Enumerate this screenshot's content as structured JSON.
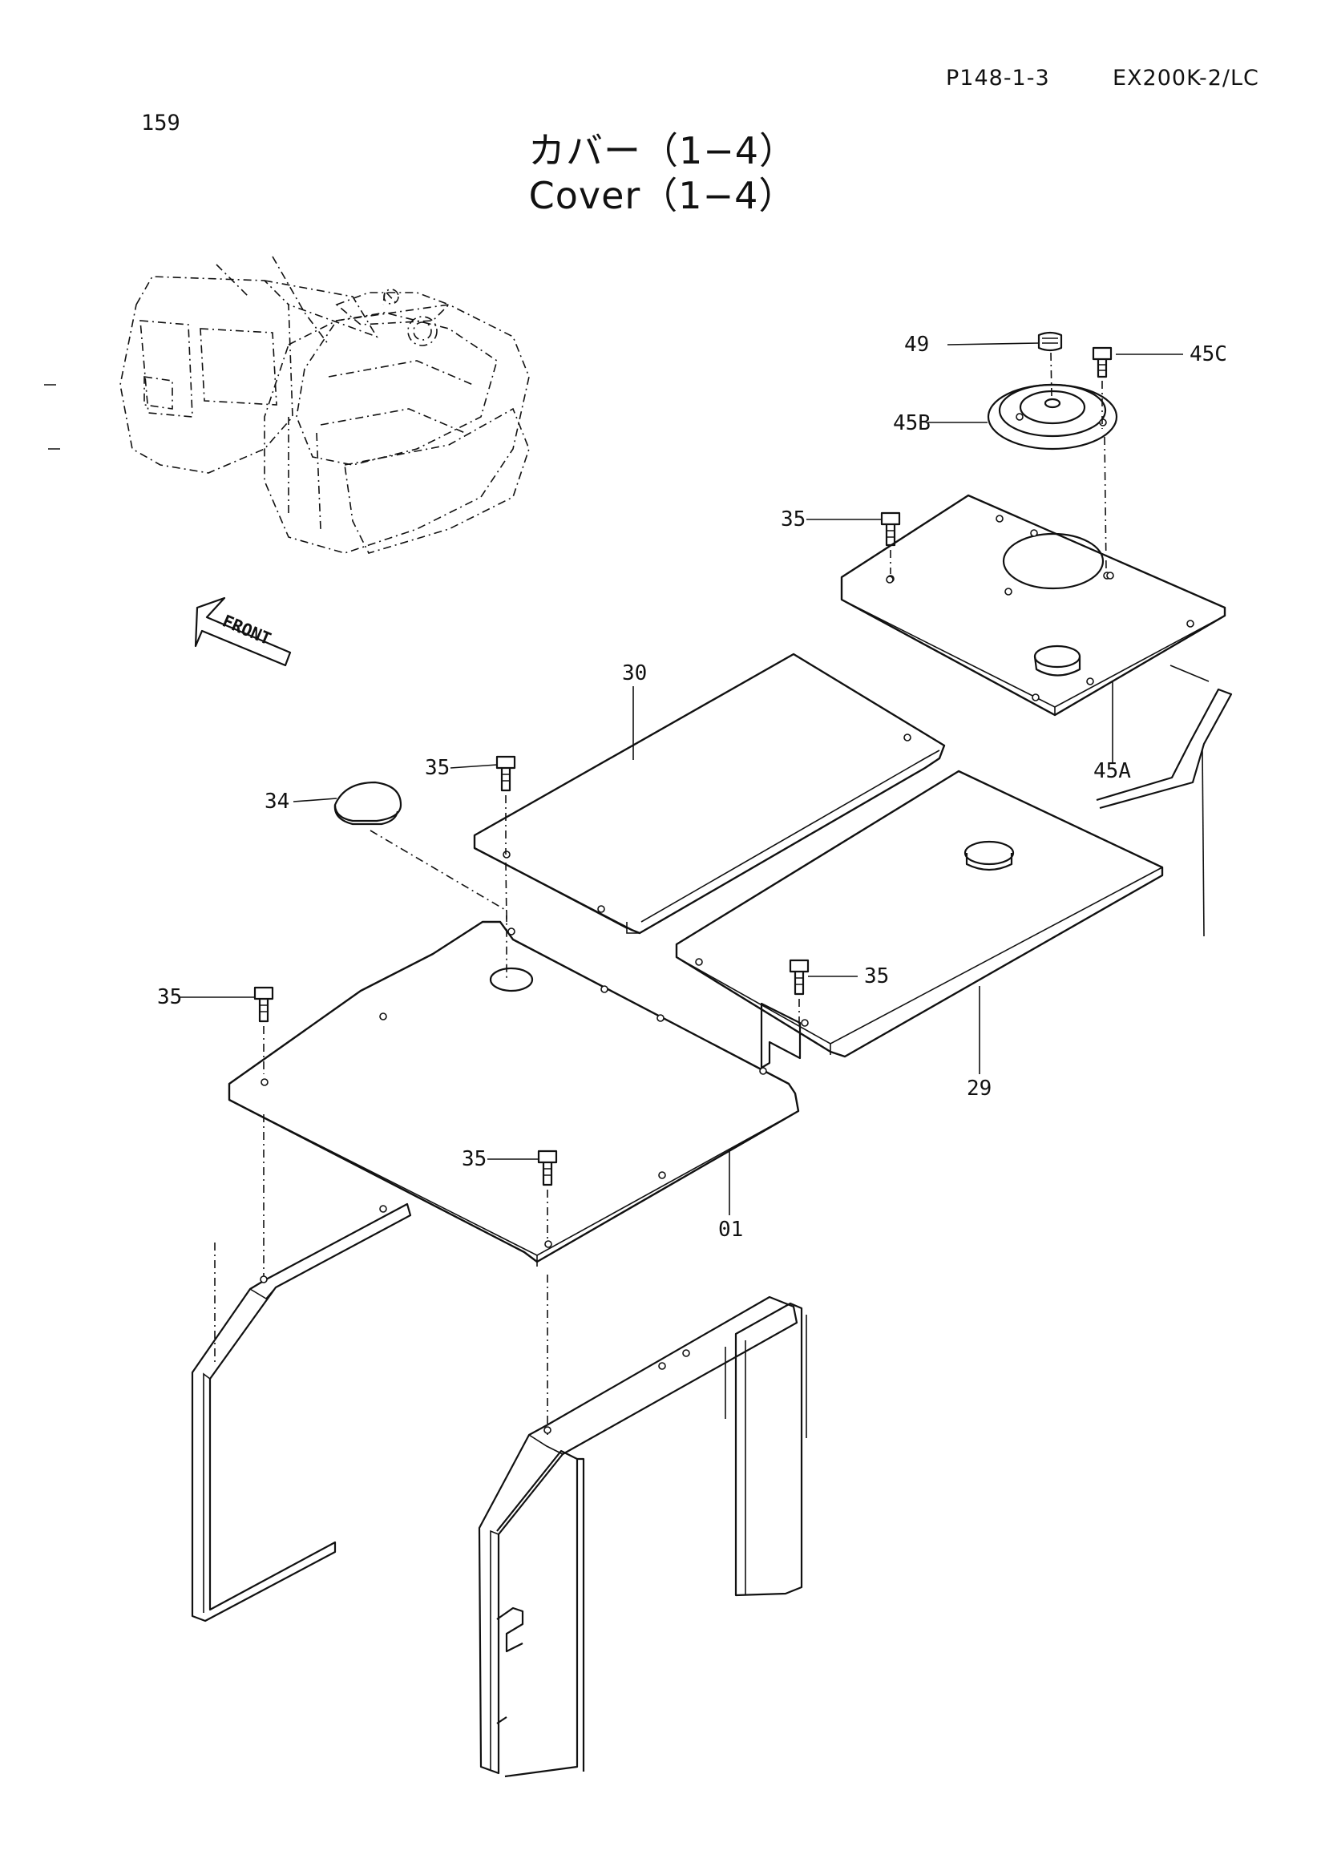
{
  "header": {
    "page_code": "P148-1-3",
    "model": "EX200K-2/LC",
    "page_number": "159"
  },
  "title": {
    "japanese": "カバー（1−4）",
    "english": "Cover（1−4）"
  },
  "diagram": {
    "front_arrow_label": "FRONT",
    "callouts": {
      "p49": "49",
      "p45c": "45C",
      "p45b": "45B",
      "p35a": "35",
      "p45a": "45A",
      "p30": "30",
      "p35b": "35",
      "p34": "34",
      "p35c": "35",
      "p35d": "35",
      "p29": "29",
      "p35e": "35",
      "p01": "01"
    }
  }
}
